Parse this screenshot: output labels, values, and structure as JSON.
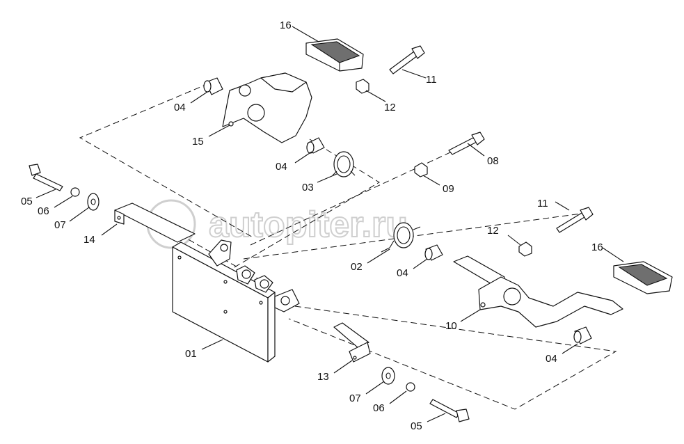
{
  "watermark": {
    "text": "autopiter.ru"
  },
  "callouts": {
    "c16a": "16",
    "c11a": "11",
    "c04a": "04",
    "c12a": "12",
    "c15": "15",
    "c04b": "04",
    "c03": "03",
    "c08": "08",
    "c09": "09",
    "c05a": "05",
    "c06a": "06",
    "c07a": "07",
    "c14": "14",
    "c11b": "11",
    "c12b": "12",
    "c16b": "16",
    "c02": "02",
    "c04c": "04",
    "c10": "10",
    "c01": "01",
    "c04d": "04",
    "c13": "13",
    "c07b": "07",
    "c06b": "06",
    "c05b": "05"
  }
}
